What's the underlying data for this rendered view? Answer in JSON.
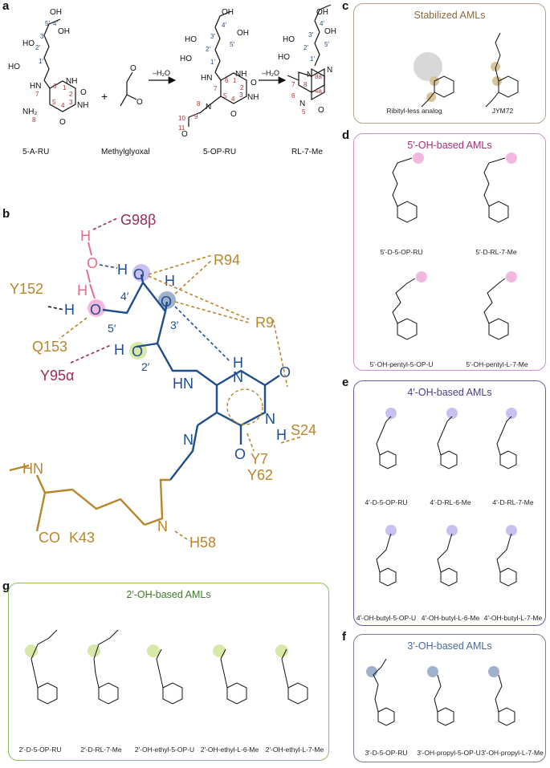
{
  "panels": {
    "a": "a",
    "b": "b",
    "c": "c",
    "d": "d",
    "e": "e",
    "f": "f",
    "g": "g"
  },
  "panel_a": {
    "compounds": [
      "5-A-RU",
      "Methylglyoxal",
      "5-OP-RU",
      "RL-7-Me"
    ],
    "plus": "+",
    "arrow_label": "–H₂O",
    "atoms": {
      "oh": "OH",
      "ho": "HO",
      "hn": "HN",
      "nh": "NH",
      "nh2": "NH₂",
      "n": "N",
      "o": "O"
    },
    "numbers": {
      "n1": "1",
      "n2": "2",
      "n3": "3",
      "n4": "4",
      "n5": "5",
      "n6": "6",
      "n7": "7",
      "n8": "8",
      "n9": "9",
      "n10": "10",
      "n11": "11",
      "n1p": "1′",
      "n2p": "2′",
      "n3p": "3′",
      "n4p": "4′",
      "n5p": "5′",
      "n4a": "4a",
      "n8a": "8a"
    }
  },
  "panel_b": {
    "residues": {
      "g98": "G98β",
      "r94": "R94",
      "y152": "Y152",
      "r9": "R9",
      "q153": "Q153",
      "y95": "Y95α",
      "s24": "S24",
      "y7": "Y7",
      "y62": "Y62",
      "h58": "H58",
      "k43": "K43"
    },
    "atoms": {
      "h": "H",
      "o": "O",
      "n": "N",
      "hn": "HN",
      "co": "CO"
    },
    "locants": {
      "l2": "2′",
      "l3": "3′",
      "l4": "4′",
      "l5": "5′"
    }
  },
  "panel_c": {
    "title": "Stabilized AMLs",
    "captions": [
      "Ribityl-less analog",
      "JYM72"
    ]
  },
  "panel_d": {
    "title": "5′-OH-based AMLs",
    "captions": [
      "5′-D-5-OP-RU",
      "5′-D-RL-7-Me",
      "5′-OH-pentyl-5-OP-U",
      "5′-OH-pentyl-L-7-Me"
    ]
  },
  "panel_e": {
    "title": "4′-OH-based AMLs",
    "captions": [
      "4′-D-5-OP-RU",
      "4′-D-RL-6-Me",
      "4′-D-RL-7-Me",
      "4′-OH-butyl-5-OP-U",
      "4′-OH-butyl-L-6-Me",
      "4′-OH-butyl-L-7-Me"
    ]
  },
  "panel_f": {
    "title": "3′-OH-based AMLs",
    "captions": [
      "3′-D-5-OP-RU",
      "3′-OH-propyl-5-OP-U",
      "3′-OH-propyl-L-7-Me"
    ]
  },
  "panel_g": {
    "title": "2′-OH-based AMLs",
    "captions": [
      "2′-D-5-OP-RU",
      "2′-D-RL-7-Me",
      "2′-OH-ethyl-5-OP-U",
      "2′-OH-ethyl-L-6-Me",
      "2′-OH-ethyl-L-7-Me"
    ]
  },
  "colors": {
    "ligand": "#1f4e8c",
    "protein": "#b8862a",
    "magenta": "#9b2b5a",
    "water": "#e0708a",
    "c_border": "#b5a487",
    "d_border": "#d98ad0",
    "e_border": "#6b5ca5",
    "f_border": "#7a7a9a",
    "g_border": "#8dbf5a",
    "c_title": "#8a6a3a",
    "d_title": "#a0307a",
    "e_title": "#4b3d8a",
    "f_title": "#4a6a90",
    "g_title": "#3f7a2a",
    "hl_tan": "#d9c49a",
    "hl_pink": "#f2b8e0",
    "hl_purple": "#c9bff0",
    "hl_blue": "#9fb1cc",
    "hl_green": "#d8e8a8",
    "hl_grey": "#d8d8d8"
  }
}
